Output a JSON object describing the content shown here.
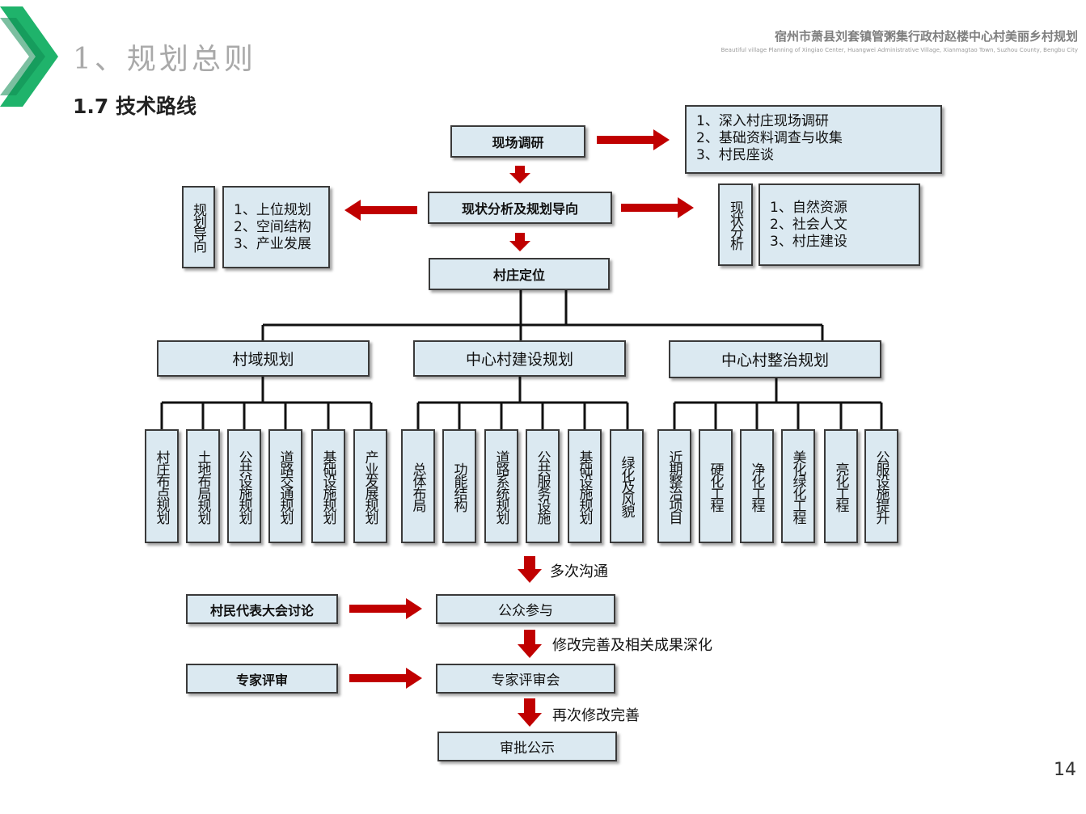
{
  "header": {
    "section_title": "1、规划总则",
    "subsection_title": "1.7 技术路线",
    "project_title": "宿州市萧县刘套镇管粥集行政村赵楼中心村美丽乡村规划",
    "project_subtitle": "Beautiful village Planning of Xingiao Center, Huangwei Administrative Village, Xianmagtao Town, Suzhou County, Bengbu City",
    "page_number": "14"
  },
  "colors": {
    "box_fill": "#dbe9f1",
    "box_border": "#3a3a3a",
    "arrow": "#c00000",
    "accent_green": "#1fb36b"
  },
  "flow": {
    "survey": "现场调研",
    "survey_items": [
      "1、深入村庄现场调研",
      "2、基础资料调查与收集",
      "3、村民座谈"
    ],
    "analysis": "现状分析及规划导向",
    "guidance_label": "规划导向",
    "guidance_items": [
      "1、上位规划",
      "2、空间结构",
      "3、产业发展"
    ],
    "status_label": "现状分析",
    "status_items": [
      "1、自然资源",
      "2、社会人文",
      "3、村庄建设"
    ],
    "positioning": "村庄定位",
    "branches": [
      {
        "label": "村域规划",
        "children": [
          "村庄布点规划",
          "土地布局规划",
          "公共设施规划",
          "道路交通规划",
          "基础设施规划",
          "产业发展规划"
        ]
      },
      {
        "label": "中心村建设规划",
        "children": [
          "总体布局",
          "功能结构",
          "道路系统规划",
          "公共服务设施",
          "基础设施规划",
          "绿化及风貌"
        ]
      },
      {
        "label": "中心村整治规划",
        "children": [
          "近期整治项目",
          "硬化工程",
          "净化工程",
          "美化绿化工程",
          "亮化工程",
          "公服设施提升"
        ]
      }
    ],
    "note_1": "多次沟通",
    "villager_meeting": "村民代表大会讨论",
    "public_participation": "公众参与",
    "note_2": "修改完善及相关成果深化",
    "expert_review": "专家评审",
    "expert_meeting": "专家评审会",
    "note_3": "再次修改完善",
    "approval": "审批公示"
  }
}
